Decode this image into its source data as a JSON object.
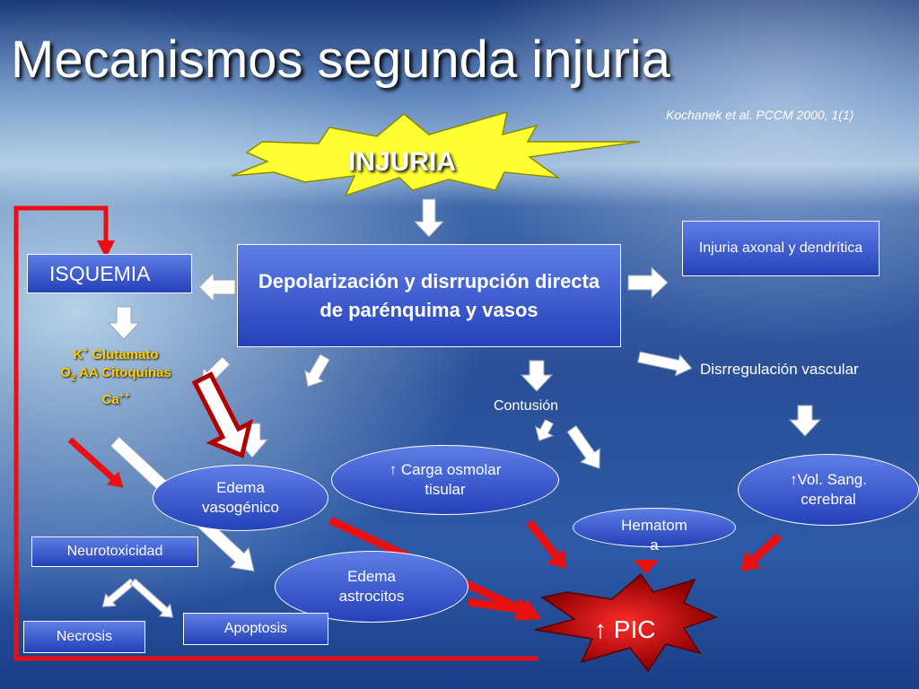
{
  "slide": {
    "title": "Mecanismos segunda injuria",
    "citation": "Kochanek et al. PCCM 2000, 1(1)"
  },
  "nodes": {
    "injuria": "INJURIA",
    "depolarizacion": "Depolarización y disrrupción directa de parénquima y vasos",
    "isquemia": "ISQUEMIA",
    "injuria_axonal": "Injuria axonal y dendrítica",
    "disrregulacion": "Disrregulación vascular",
    "contusion": "Contusión",
    "chem_line1_k": "K",
    "chem_line1_k_sup": "+",
    "chem_line1_rest": " Glutamato",
    "chem_line2_o": "O",
    "chem_line2_o_sub": "2",
    "chem_line2_rest": " AA Citoquinas",
    "chem_line3_ca": "Ca",
    "chem_line3_ca_sup": "++",
    "edema_vasogenico": "Edema vasogénico",
    "carga_osmolar": "↑ Carga osmolar tisular",
    "vol_sang": "↑Vol. Sang. cerebral",
    "hematoma_line1": "Hematom",
    "hematoma_line2": "a",
    "neurotoxicidad": "Neurotoxicidad",
    "edema_astrocitos": "Edema astrocitos",
    "necrosis": "Necrosis",
    "apoptosis": "Apoptosis",
    "pic": "↑ PIC"
  },
  "colors": {
    "red": "#e81010",
    "box_fill": "#3556cf",
    "star_fill": "#ffff33",
    "chem_text": "#ffcc00"
  }
}
